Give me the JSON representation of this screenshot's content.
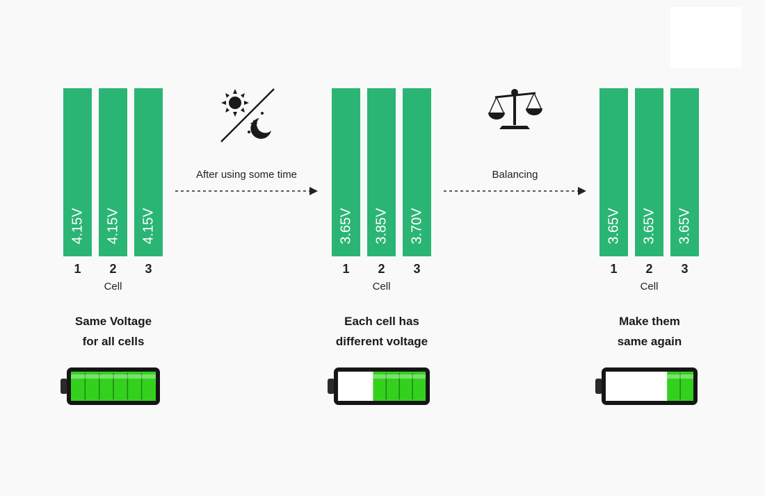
{
  "stages": [
    {
      "cells": [
        {
          "number": "1",
          "voltage": "4.15V"
        },
        {
          "number": "2",
          "voltage": "4.15V"
        },
        {
          "number": "3",
          "voltage": "4.15V"
        }
      ],
      "cell_label": "Cell",
      "caption_line1": "Same Voltage",
      "caption_line2": "for all cells",
      "battery_charge": 1.0
    },
    {
      "cells": [
        {
          "number": "1",
          "voltage": "3.65V"
        },
        {
          "number": "2",
          "voltage": "3.85V"
        },
        {
          "number": "3",
          "voltage": "3.70V"
        }
      ],
      "cell_label": "Cell",
      "caption_line1": "Each cell has",
      "caption_line2": "different voltage",
      "battery_charge": 0.6
    },
    {
      "cells": [
        {
          "number": "1",
          "voltage": "3.65V"
        },
        {
          "number": "2",
          "voltage": "3.65V"
        },
        {
          "number": "3",
          "voltage": "3.65V"
        }
      ],
      "cell_label": "Cell",
      "caption_line1": "Make them",
      "caption_line2": "same again",
      "battery_charge": 0.3
    }
  ],
  "arrows": [
    {
      "label": "After using some time",
      "icon": "day-night-icon"
    },
    {
      "label": "Balancing",
      "icon": "balance-scale-icon"
    }
  ],
  "colors": {
    "bar": "#2bb574",
    "battery_green": "#33d11e",
    "background": "#f9f9f9"
  }
}
